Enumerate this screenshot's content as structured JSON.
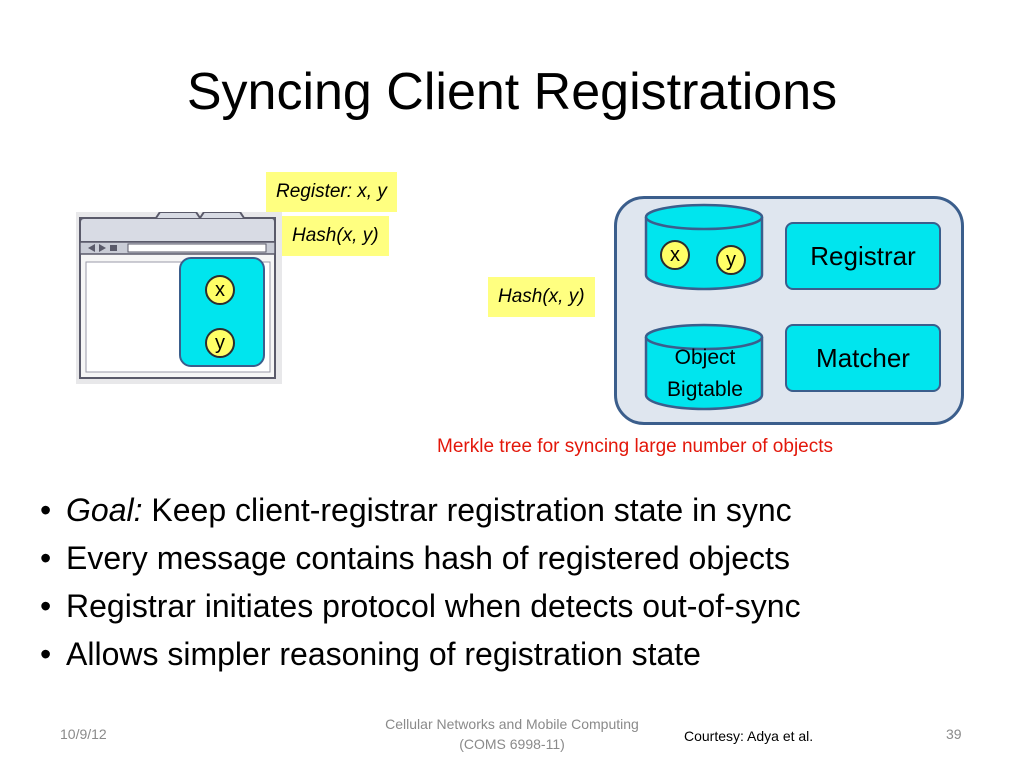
{
  "slide": {
    "title": "Syncing Client Registrations"
  },
  "client": {
    "note_register": "Register: x, y",
    "note_hash": "Hash(x, y)",
    "object_x": "x",
    "object_y": "y"
  },
  "server": {
    "note_hash": "Hash(x, y)",
    "store_x": "x",
    "store_y": "y",
    "bigtable_line1": "Object",
    "bigtable_line2": "Bigtable",
    "registrar_label": "Registrar",
    "matcher_label": "Matcher"
  },
  "caption": "Merkle tree for syncing large number of objects",
  "bullets": {
    "goal_term": "Goal:",
    "goal_rest": " Keep client-registrar registration state in sync",
    "item2": "Every message contains hash of registered objects",
    "item3": "Registrar initiates protocol when detects out-of-sync",
    "item4": "Allows simpler reasoning of registration state"
  },
  "footer": {
    "date": "10/9/12",
    "course_line1": "Cellular Networks and Mobile Computing",
    "course_line2": "(COMS 6998-11)",
    "courtesy": "Courtesy: Adya et al.",
    "page_number": "39"
  },
  "colors": {
    "cyan": "#00e5ee",
    "note_yellow": "#ffff80",
    "server_bg": "#dfe6ef",
    "border_blue": "#3b5e8c",
    "caption_red": "#e3170a"
  }
}
